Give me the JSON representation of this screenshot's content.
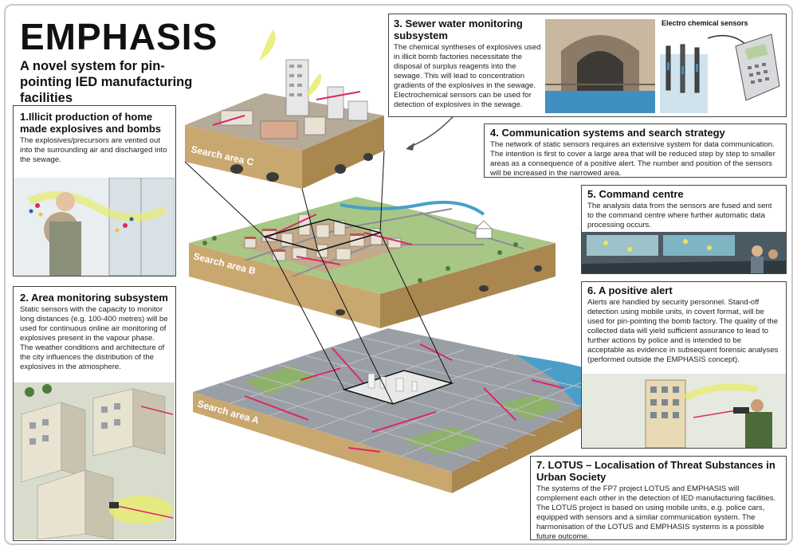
{
  "header": {
    "title": "EMPHASIS",
    "subtitle": "A novel system for pin-pointing IED manufacturing facilities"
  },
  "panels": {
    "p1": {
      "heading": "1.Illicit production of home made explosives and bombs",
      "body": "The explosives/precursors are vented out into the surrounding air and discharged into the sewage."
    },
    "p2": {
      "heading": "2. Area monitoring subsystem",
      "body": "Static sensors with the capacity to monitor long distances (e.g. 100-400 metres) will be used for continuous online air monitoring of explosives present in the vapour phase. The weather conditions and architecture of the city influences the distribution of the explosives in the atmosphere."
    },
    "p3": {
      "heading": "3. Sewer water monitoring subsystem",
      "body": "The chemical syntheses of explosives used in illicit bomb factories necessitate the disposal of surplus reagents into the sewage. This will lead to concentration gradients of the explosives in the sewage. Electrochemical sensors can be used for detection of explosives in the sewage.",
      "sensor_label": "Electro chemical sensors"
    },
    "p4": {
      "heading": "4. Communication systems and search strategy",
      "body": "The network of static sensors requires an extensive system for data communication. The intention is first to cover a large area that will be reduced step by step to smaller areas as a consequence of a positive alert. The number and position of the sensors will be increased in the narrowed area."
    },
    "p5": {
      "heading": "5. Command centre",
      "body": "The analysis data from the sensors are fused and sent to the command centre where further automatic data processing occurs."
    },
    "p6": {
      "heading": "6. A positive alert",
      "body": "Alerts are handled by security personnel. Stand-off detection using mobile units, in covert format, will be used for pin-pointing the bomb factory. The quality of the collected data will yield sufficient assurance to lead to further actions by police and is intended to be acceptable as evidence in subsequent forensic analyses (performed outside the EMPHASIS concept)."
    },
    "p7": {
      "heading": "7. LOTUS – Localisation of Threat Substances in Urban Society",
      "body": "The systems of the FP7 project LOTUS and EMPHASIS will complement each other in the detection of IED manufacturing facilities. The LOTUS project is based on using mobile units, e.g. police cars, equipped with sensors and a similar communication system. The harmonisation of the LOTUS and EMPHASIS systems is a possible future outcome."
    }
  },
  "areas": {
    "a": "Search area A",
    "b": "Search area B",
    "c": "Search area C"
  },
  "colors": {
    "ground": "#c9a870",
    "ground_dark": "#a9874f",
    "street": "#8a8f97",
    "road_light": "#b3b7bd",
    "grass": "#8fb26a",
    "water": "#4a9fc9",
    "red_line": "#d9286a",
    "smoke": "#e7ec6d"
  }
}
